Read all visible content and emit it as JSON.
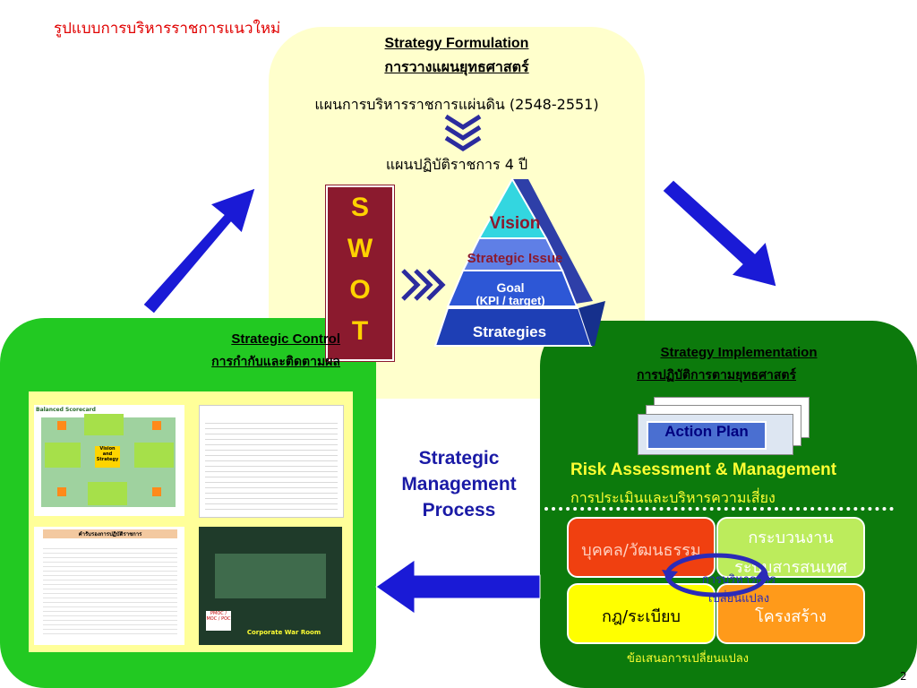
{
  "slide": {
    "title": "รูปแบบการบริหารราชการแนวใหม่",
    "page_number": "2"
  },
  "formulation": {
    "heading_en": "Strategy Formulation",
    "heading_th": "การวางแผนยุทธศาสตร์",
    "national_plan": "แผนการบริหารราชการแผ่นดิน (2548-2551)",
    "four_year_plan": "แผนปฏิบัติราชการ 4 ปี",
    "swot": [
      "S",
      "W",
      "O",
      "T"
    ],
    "pyramid": {
      "vision": "Vision",
      "strategic_issue": "Strategic Issue",
      "goal": "Goal",
      "goal_sub": "(KPI / target)",
      "strategies": "Strategies"
    }
  },
  "control": {
    "heading_en": "Strategic Control",
    "heading_th": "การกำกับและติดตามผล",
    "thumbnails": {
      "scorecard": "Balanced Scorecard",
      "vision_strategy": "Vision and Strategy",
      "agreement": "คำรับรองการปฏิบัติราชการ",
      "war_room": "Corporate War Room",
      "moc": "PMOC / MOC / POC"
    }
  },
  "center": {
    "label": [
      "Strategic",
      "Management",
      "Process"
    ]
  },
  "implementation": {
    "heading_en": "Strategy Implementation",
    "heading_th": "การปฏิบัติการตามยุทธศาสตร์",
    "action_plan": "Action Plan",
    "risk_en": "Risk Assessment & Management",
    "risk_th": "การประเมินและบริหารความเสี่ยง",
    "boxes": {
      "people": "บุคคล/วัฒนธรรม",
      "process": "กระบวนงาน",
      "process_sub": "ระบบสารสนเทศ",
      "law": "กฎ/ระเบียบ",
      "structure": "โครงสร้าง",
      "center": "การบริหารการเปลี่ยนแปลง"
    },
    "proposal": "ข้อเสนอการเปลี่ยนแปลง"
  },
  "colors": {
    "formulation_bg": "#ffffcc",
    "control_bg": "#22c922",
    "implementation_bg": "#0c7a0c",
    "arrow_blue": "#1a1ad6",
    "swot_bg": "#8b1a2e",
    "swot_text": "#ffd200"
  }
}
